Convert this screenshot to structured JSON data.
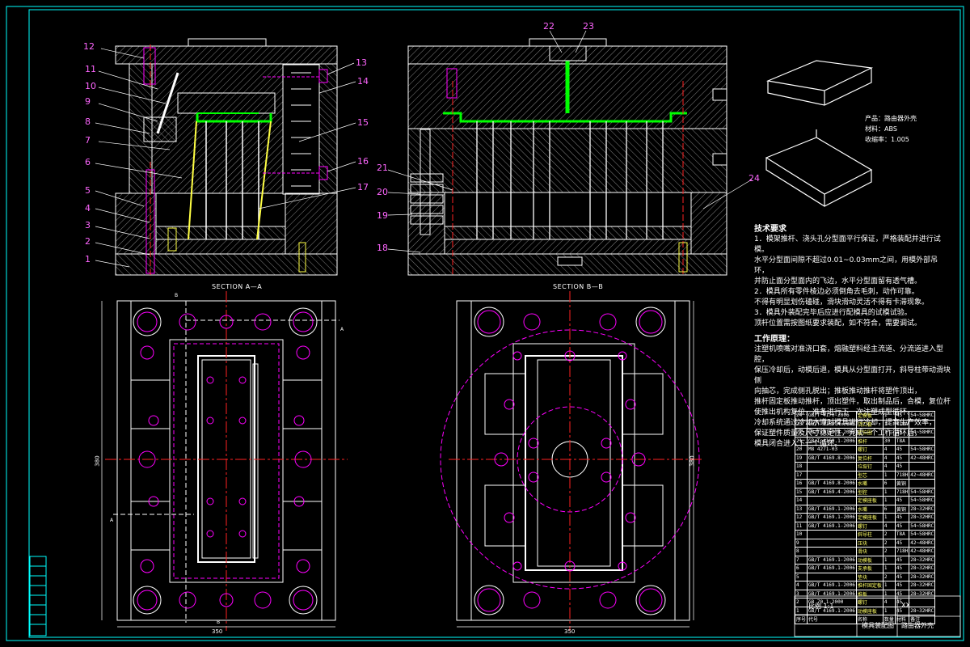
{
  "section_labels": {
    "a": "SECTION A—A",
    "b": "SECTION B—B"
  },
  "part_numbers_left": [
    "12",
    "11",
    "10",
    "9",
    "8",
    "7",
    "6",
    "5",
    "4",
    "3",
    "2",
    "1"
  ],
  "part_numbers_right_a": [
    "13",
    "14",
    "15",
    "16",
    "17"
  ],
  "part_numbers_b": [
    "22",
    "23",
    "24",
    "21",
    "20",
    "19",
    "18"
  ],
  "cut_marks": {
    "b_top": "B",
    "b_bottom": "B",
    "a_right": "A",
    "a_left": "A"
  },
  "dimensions": {
    "plan_a_width": "350",
    "plan_a_height": "380",
    "plan_b_width": "350",
    "plan_b_height": "380"
  },
  "product_info": {
    "product": "产品：路由器外壳",
    "material": "材料：ABS",
    "shrinkage": "收缩率：1.005"
  },
  "notes": {
    "title": "技术要求",
    "lines": [
      "1．模架推杆、浇头孔分型面平行保证，严格装配并进行试模。",
      "水平分型面间隙不超过0.01~0.03mm之间，用模外部吊环，",
      "并防止面分型面内的飞边，水平分型面留有透气槽。",
      "2．模具所有零件棱边必须倒角去毛刺，动作可靠。",
      "不得有明显划伤磕碰，滑块滑动灵活不得有卡滞现象。",
      "3．模具外装配完毕后应进行配模具的试模试验。",
      "顶杆位置需按图纸要求装配，如不符合，需要调试。"
    ],
    "work_title": "工作原理：",
    "work_lines": [
      "注塑机喷嘴对准浇口套，熔融塑料经主流道、分流道进入型腔，",
      "保压冷却后，动模后退，模具从分型面打开，斜导柱带动滑块侧",
      "向抽芯，完成侧孔脱出；推板推动推杆将塑件顶出，",
      "推杆固定板推动推杆，顶出塑件，取出制品后，合模，复位杆",
      "使推出机构复位，准备进行下一次注塑成型循环。",
      "冷却系统通过冷却水道对模具进行冷却，提高生产效率，",
      "保证塑件质量及尺寸稳定性，完成一个工作循环后，",
      "模具闭合进入下一个循环。"
    ]
  },
  "bom_rows": [
    [
      "24",
      "GB/T 4170-2006",
      "定模板",
      "1",
      "45",
      "54~58HRC"
    ],
    [
      "23",
      "GB/T 4169.4-2006",
      "浇口套",
      "1",
      "T10A",
      ""
    ],
    [
      "22",
      "GB/T 4169.4-2006",
      "定位圈",
      "1",
      "45",
      "54~58HRC"
    ],
    [
      "21",
      "GB/T 4169.1-2006",
      "推杆",
      "30",
      "T8A",
      ""
    ],
    [
      "20",
      "M8 4271-03",
      "螺钉",
      "4",
      "45",
      "54~58HRC"
    ],
    [
      "19",
      "GB/T 4169.8-2006",
      "复位杆",
      "4",
      "45",
      "42~48HRC"
    ],
    [
      "18",
      "",
      "垃圾钉",
      "4",
      "45",
      ""
    ],
    [
      "17",
      "",
      "型芯",
      "1",
      "718H",
      "42~48HRC"
    ],
    [
      "16",
      "GB/T 4169.8-2006",
      "水嘴",
      "6",
      "黄铜",
      ""
    ],
    [
      "15",
      "GB/T 4169.4-2006",
      "型腔",
      "1",
      "718H",
      "54~58HRC"
    ],
    [
      "14",
      "",
      "定模座板",
      "1",
      "45",
      "54~58HRC"
    ],
    [
      "13",
      "GB/T 4169.1-2006",
      "水嘴",
      "6",
      "黄铜",
      "28~32HRC"
    ],
    [
      "12",
      "GB/T 4169.1-2006",
      "定模座板",
      "1",
      "45",
      "28~32HRC"
    ],
    [
      "11",
      "GB/T 4169.1-2006",
      "螺钉",
      "4",
      "45",
      "54~58HRC"
    ],
    [
      "10",
      "",
      "斜导柱",
      "2",
      "T8A",
      "54~58HRC"
    ],
    [
      "9",
      "",
      "压块",
      "2",
      "45",
      "42~48HRC"
    ],
    [
      "8",
      "",
      "滑块",
      "2",
      "718H",
      "42~48HRC"
    ],
    [
      "7",
      "GB/T 4169.1-2006",
      "动模板",
      "1",
      "45",
      "28~32HRC"
    ],
    [
      "6",
      "GB/T 4169.1-2006",
      "支承板",
      "1",
      "45",
      "28~32HRC"
    ],
    [
      "5",
      "",
      "垫块",
      "2",
      "45",
      "28~32HRC"
    ],
    [
      "4",
      "GB/T 4169.1-2006",
      "推杆固定板",
      "1",
      "45",
      "28~32HRC"
    ],
    [
      "3",
      "GB/T 4169.1-2006",
      "推板",
      "1",
      "45",
      "28~32HRC"
    ],
    [
      "2",
      "GB 70.1-2000",
      "螺钉",
      "4",
      "45",
      ""
    ],
    [
      "1",
      "GB/T 4169.1-2006",
      "动模座板",
      "1",
      "45",
      "28~32HRC"
    ]
  ],
  "bom_header": [
    "序号",
    "代号",
    "名称",
    "数量",
    "材料",
    "备注"
  ],
  "title_block": {
    "drawing_title": "路由器外壳",
    "drawing_name": "模具装配图",
    "company": "XX",
    "scale": "比例 1:1"
  },
  "colors": {
    "line": "#ffffff",
    "hatch": "#cfcfcf",
    "part": "#00ff00",
    "accent": "#ff00ff",
    "center": "#ff2222",
    "frame": "#00ffff",
    "yellow": "#ffff44"
  }
}
